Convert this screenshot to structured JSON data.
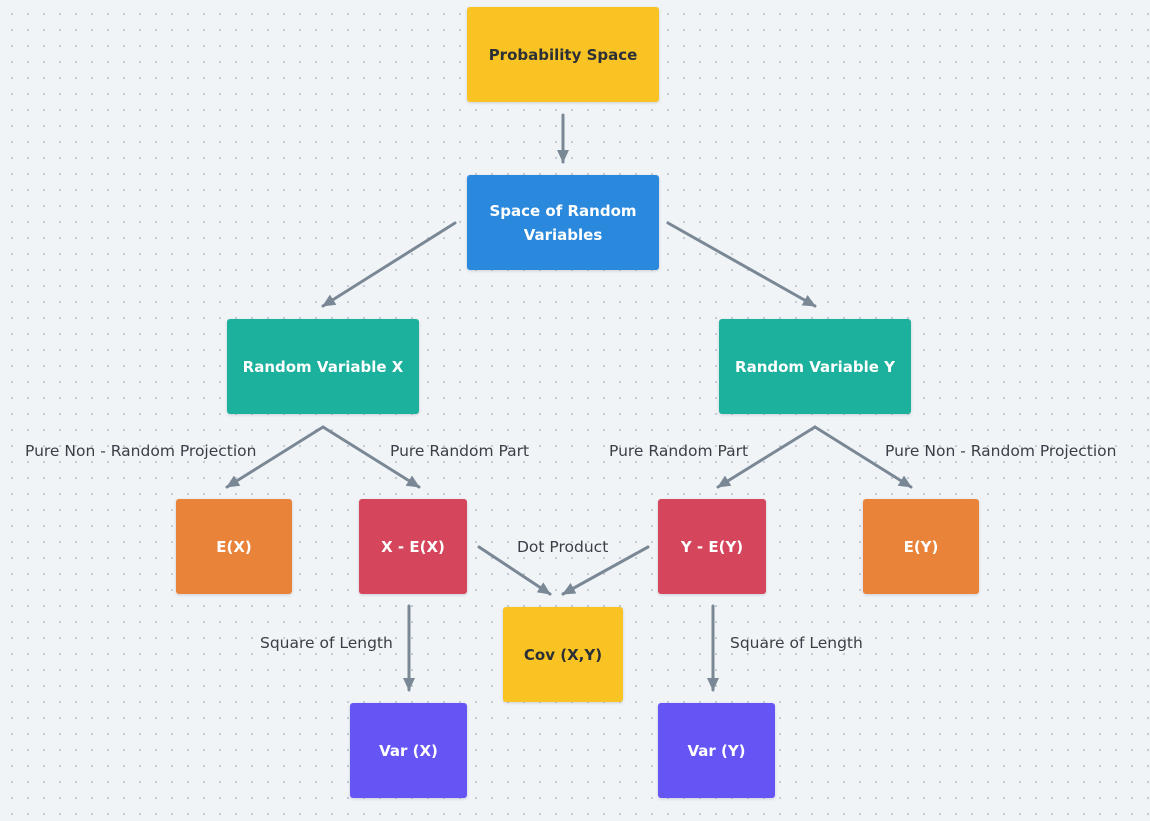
{
  "colors": {
    "yellow": "#f8c323",
    "blue": "#2a88dd",
    "teal": "#1cb19c",
    "orange": "#e9833a",
    "red": "#d5455b",
    "purple": "#6655f5",
    "edge": "#7a8896"
  },
  "nodes": {
    "probability_space": "Probability Space",
    "space_of_random_variables": "Space of Random Variables",
    "random_variable_x": "Random Variable X",
    "random_variable_y": "Random Variable Y",
    "expectation_x": "E(X)",
    "random_part_x": "X - E(X)",
    "random_part_y": "Y - E(Y)",
    "expectation_y": "E(Y)",
    "covariance": "Cov (X,Y)",
    "variance_x": "Var (X)",
    "variance_y": "Var (Y)"
  },
  "edge_labels": {
    "x_projection": "Pure Non - Random Projection",
    "x_random_part": "Pure Random Part",
    "y_random_part": "Pure Random Part",
    "y_projection": "Pure Non - Random Projection",
    "dot_product": "Dot Product",
    "x_square_length": "Square of Length",
    "y_square_length": "Square of Length"
  }
}
